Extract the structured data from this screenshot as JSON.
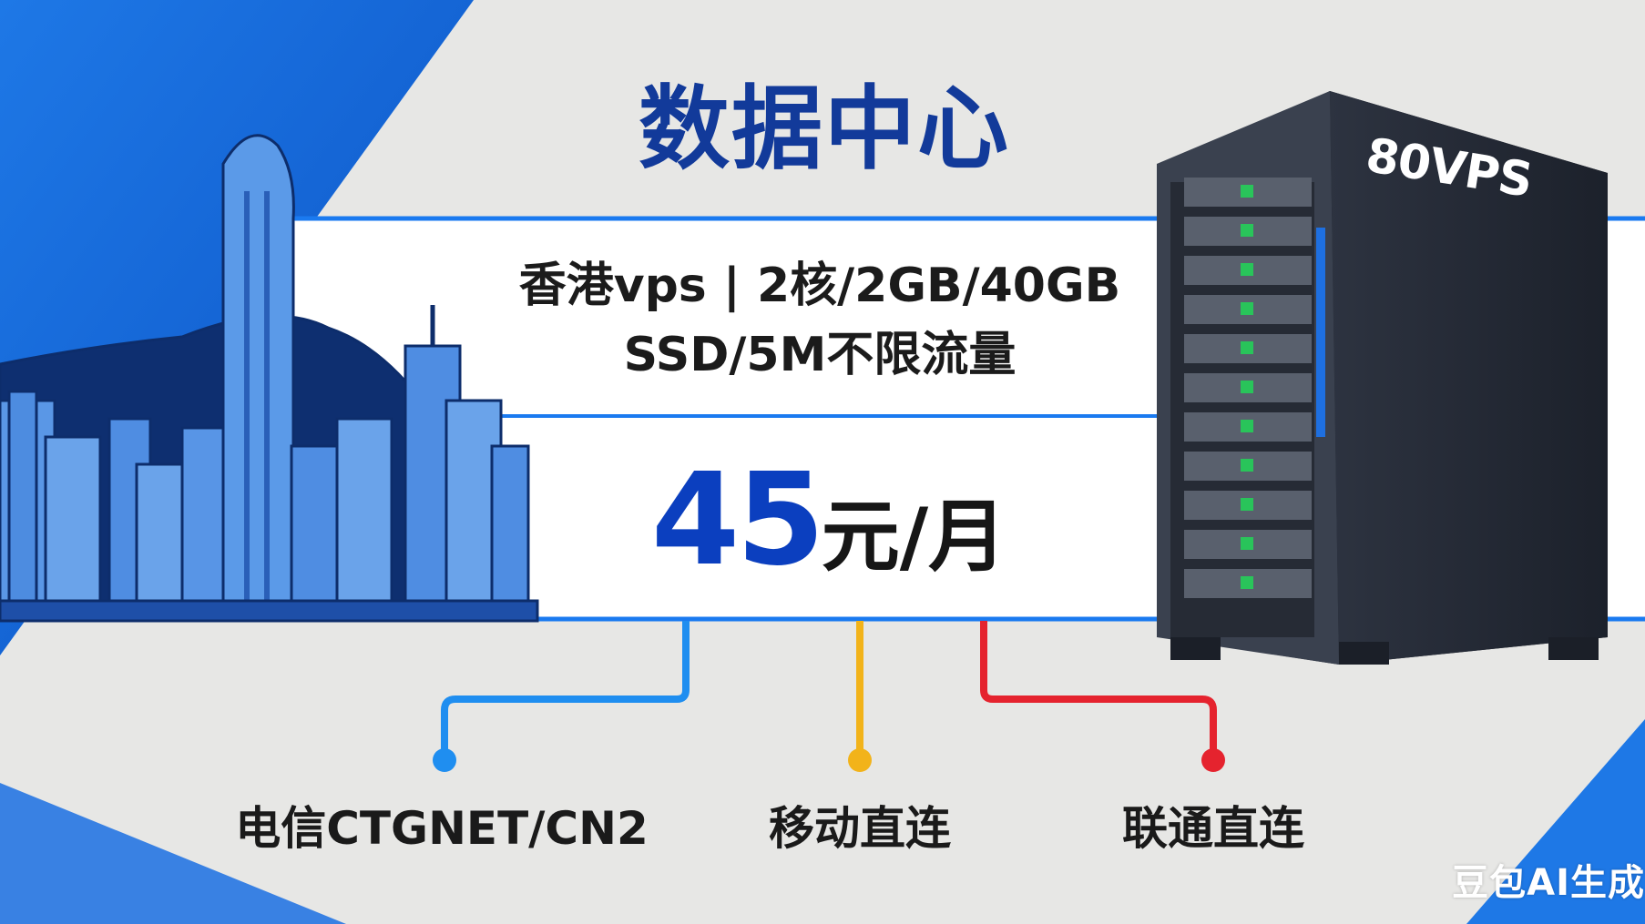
{
  "title": "数据中心",
  "spec_line_1": "香港vps | 2核/2GB/40GB",
  "spec_line_2": "SSD/5M不限流量",
  "price": {
    "amount": "45",
    "unit": "元/月"
  },
  "network_lines": [
    {
      "label": "电信CTGNET/CN2",
      "color": "#1f8ef0"
    },
    {
      "label": "移动直连",
      "color": "#f2b31a"
    },
    {
      "label": "联通直连",
      "color": "#e5232e"
    }
  ],
  "server_brand": "80VPS",
  "watermark": "豆包AI生成",
  "colors": {
    "title": "#123a9a",
    "price": "#0b3fbf",
    "accent_blue": "#1a7af0",
    "background": "#e7e7e5"
  }
}
